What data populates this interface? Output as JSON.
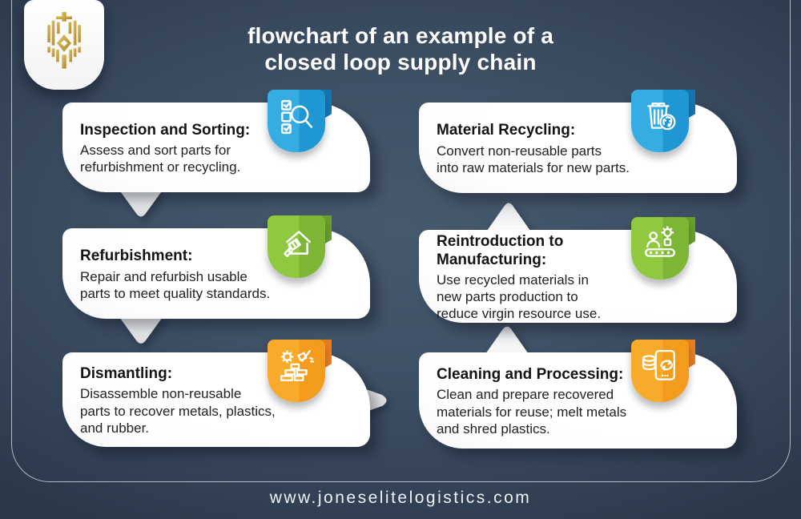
{
  "page": {
    "title_line1": "flowchart of an example of a",
    "title_line2": "closed loop supply chain",
    "footer_url": "www.joneselitelogistics.com",
    "brand_logo": "gold-crest-emblem"
  },
  "colors": {
    "bg-center": "#47596d",
    "bg-edge": "#2b394b",
    "frame-line": "#dbe5ee",
    "card-bg-shade": "#e9eaec",
    "title-text": "#ffffff",
    "card-title-text": "#141414",
    "card-body-text": "#212121",
    "badge-blue-light": "#36ade2",
    "badge-blue-dark": "#1e97d2",
    "badge-blue-fold": "#1477b2",
    "badge-green-light": "#90c83f",
    "badge-green-dark": "#7db535",
    "badge-green-fold": "#69a02b",
    "badge-orange-light": "#f8ab2a",
    "badge-orange-dark": "#f39b1c",
    "badge-orange-fold": "#e87d20",
    "logo-gold-light": "#e2c267",
    "logo-gold-dark": "#ad8728",
    "arrow-fill": "#f2f3f5"
  },
  "cards": [
    {
      "id": "inspection-and-sorting",
      "title": "Inspection and Sorting:",
      "body": "Assess and sort parts for\nrefurbishment or recycling.",
      "icon": "checklist-magnifier-icon",
      "badge_color": "blue"
    },
    {
      "id": "refurbishment",
      "title": "Refurbishment:",
      "body": "Repair and refurbish usable\nparts to meet quality standards.",
      "icon": "house-paintbrush-icon",
      "badge_color": "green"
    },
    {
      "id": "dismantling",
      "title": "Dismantling:",
      "body": "Disassemble non-reusable\nparts to recover metals, plastics,\nand rubber.",
      "icon": "gear-hammer-bricks-icon",
      "badge_color": "orange"
    },
    {
      "id": "material-recycling",
      "title": "Material Recycling:",
      "body": "Convert non-reusable parts\ninto raw materials for new parts.",
      "icon": "trash-recycle-icon",
      "badge_color": "blue"
    },
    {
      "id": "reintroduction-to-manufacturing",
      "title": "Reintroduction to\nManufacturing:",
      "body": "Use recycled materials in\nnew parts production to\nreduce virgin resource use.",
      "icon": "worker-conveyor-gear-icon",
      "badge_color": "green"
    },
    {
      "id": "cleaning-and-processing",
      "title": "Cleaning and Processing:",
      "body": "Clean and prepare recovered\nmaterials for reuse; melt metals\nand shred plastics.",
      "icon": "coins-device-recycle-icon",
      "badge_color": "orange"
    }
  ]
}
